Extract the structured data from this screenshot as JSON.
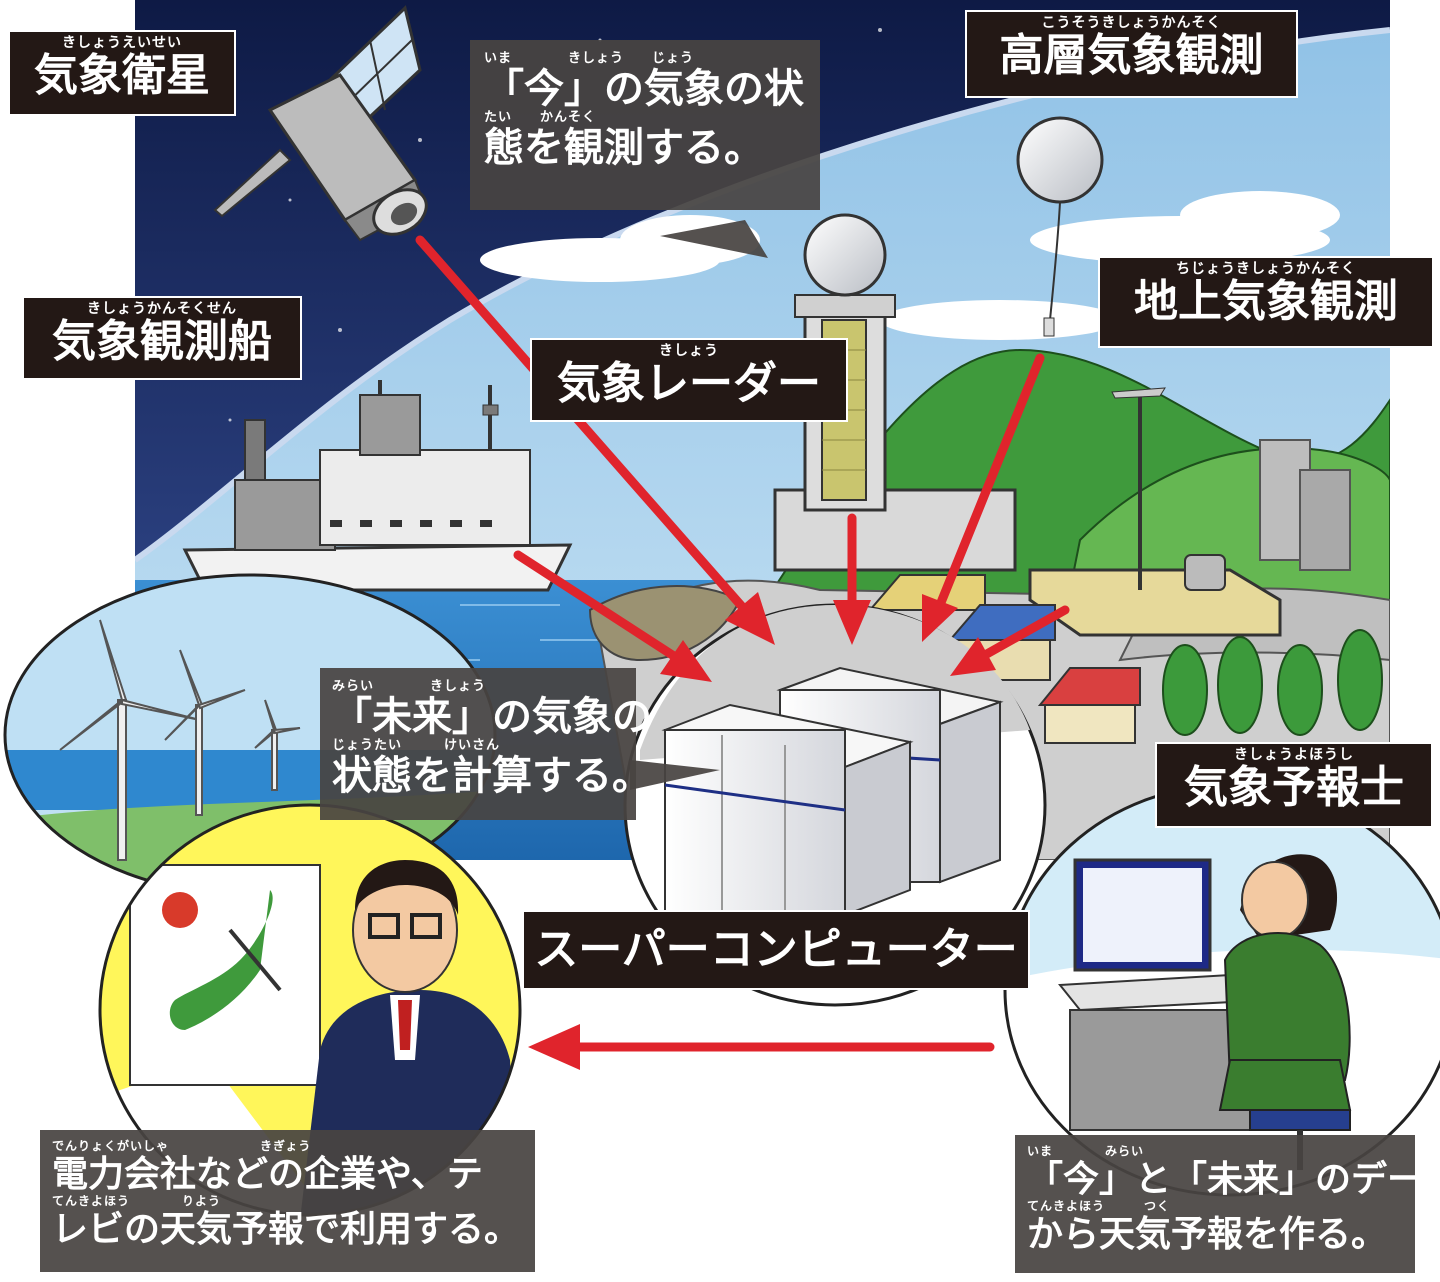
{
  "labels": {
    "satellite": {
      "ruby": "きしょうえいせい",
      "text": "気象衛星"
    },
    "ship": {
      "ruby": "きしょうかんそくせん",
      "text": "気象観測船"
    },
    "radar": {
      "ruby": "きしょう",
      "text": "気象レーダー"
    },
    "upper_air": {
      "ruby": "こうそうきしょうかんそく",
      "text": "高層気象観測"
    },
    "surface": {
      "ruby": "ちじょうきしょうかんそく",
      "text": "地上気象観測"
    },
    "forecaster": {
      "ruby": "きしょうよほうし",
      "text": "気象予報士"
    },
    "supercomputer": {
      "text": "スーパーコンピューター"
    }
  },
  "bubbles": {
    "now_observe": [
      {
        "ruby": "いま　　　　きしょう　　じょう",
        "text": "「今」の気象の状"
      },
      {
        "ruby": "たい　　かんそく",
        "text": "態を観測する。"
      }
    ],
    "future_compute": [
      {
        "ruby": "みらい　　　　きしょう",
        "text": "「未来」の気象の"
      },
      {
        "ruby": "じょうたい　　　けいさん",
        "text": "状態を計算する。"
      }
    ],
    "forecast_make": [
      {
        "ruby": "いま　　　　みらい",
        "text": "「今」と「未来」のデータ"
      },
      {
        "ruby": "てんきよほう　　　つく",
        "text": "から天気予報を作る。"
      }
    ],
    "usage": [
      {
        "ruby": "でんりょくがいしゃ　　　　　　　きぎょう",
        "text": "電力会社などの企業や、テ"
      },
      {
        "ruby": "てんきよほう　　　　りよう",
        "text": "レビの天気予報で利用する。"
      }
    ]
  },
  "colors": {
    "label_bg": "#231815",
    "bubble_bg": "#484442",
    "arrow": "#e0242c",
    "sky_night": "#14244f",
    "sky_day": "#9ecbe8",
    "sea": "#2a7dc4",
    "hill": "#3f9a3c"
  }
}
